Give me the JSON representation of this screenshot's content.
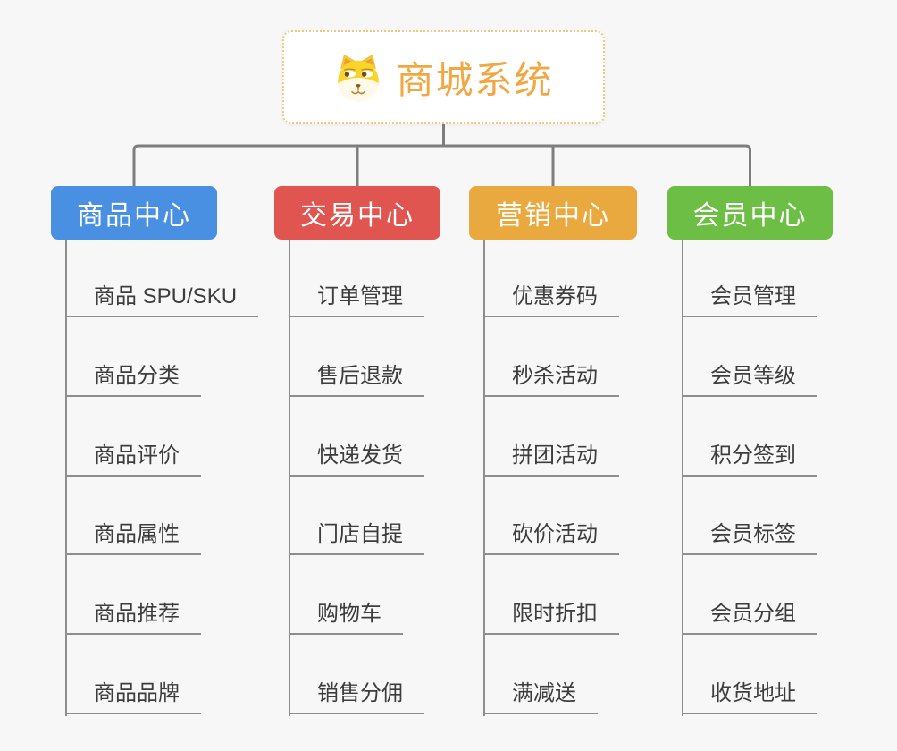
{
  "root": {
    "label": "商城系统",
    "icon": "dog-face-icon",
    "text_color": "#F2A842",
    "border_color": "#F5C77E"
  },
  "branches": [
    {
      "label": "商品中心",
      "color": "#4A90E2",
      "items": [
        "商品 SPU/SKU",
        "商品分类",
        "商品评价",
        "商品属性",
        "商品推荐",
        "商品品牌"
      ]
    },
    {
      "label": "交易中心",
      "color": "#E15551",
      "items": [
        "订单管理",
        "售后退款",
        "快递发货",
        "门店自提",
        "购物车",
        "销售分佣"
      ]
    },
    {
      "label": "营销中心",
      "color": "#EAA93F",
      "items": [
        "优惠券码",
        "秒杀活动",
        "拼团活动",
        "砍价活动",
        "限时折扣",
        "满减送"
      ]
    },
    {
      "label": "会员中心",
      "color": "#6DBE44",
      "items": [
        "会员管理",
        "会员等级",
        "积分签到",
        "会员标签",
        "会员分组",
        "收货地址"
      ]
    }
  ],
  "colors": {
    "background": "#F7F7F7",
    "connector": "#7E7E7E",
    "leaf_line": "#8E8E8E",
    "leaf_text": "#3D3D3D"
  }
}
